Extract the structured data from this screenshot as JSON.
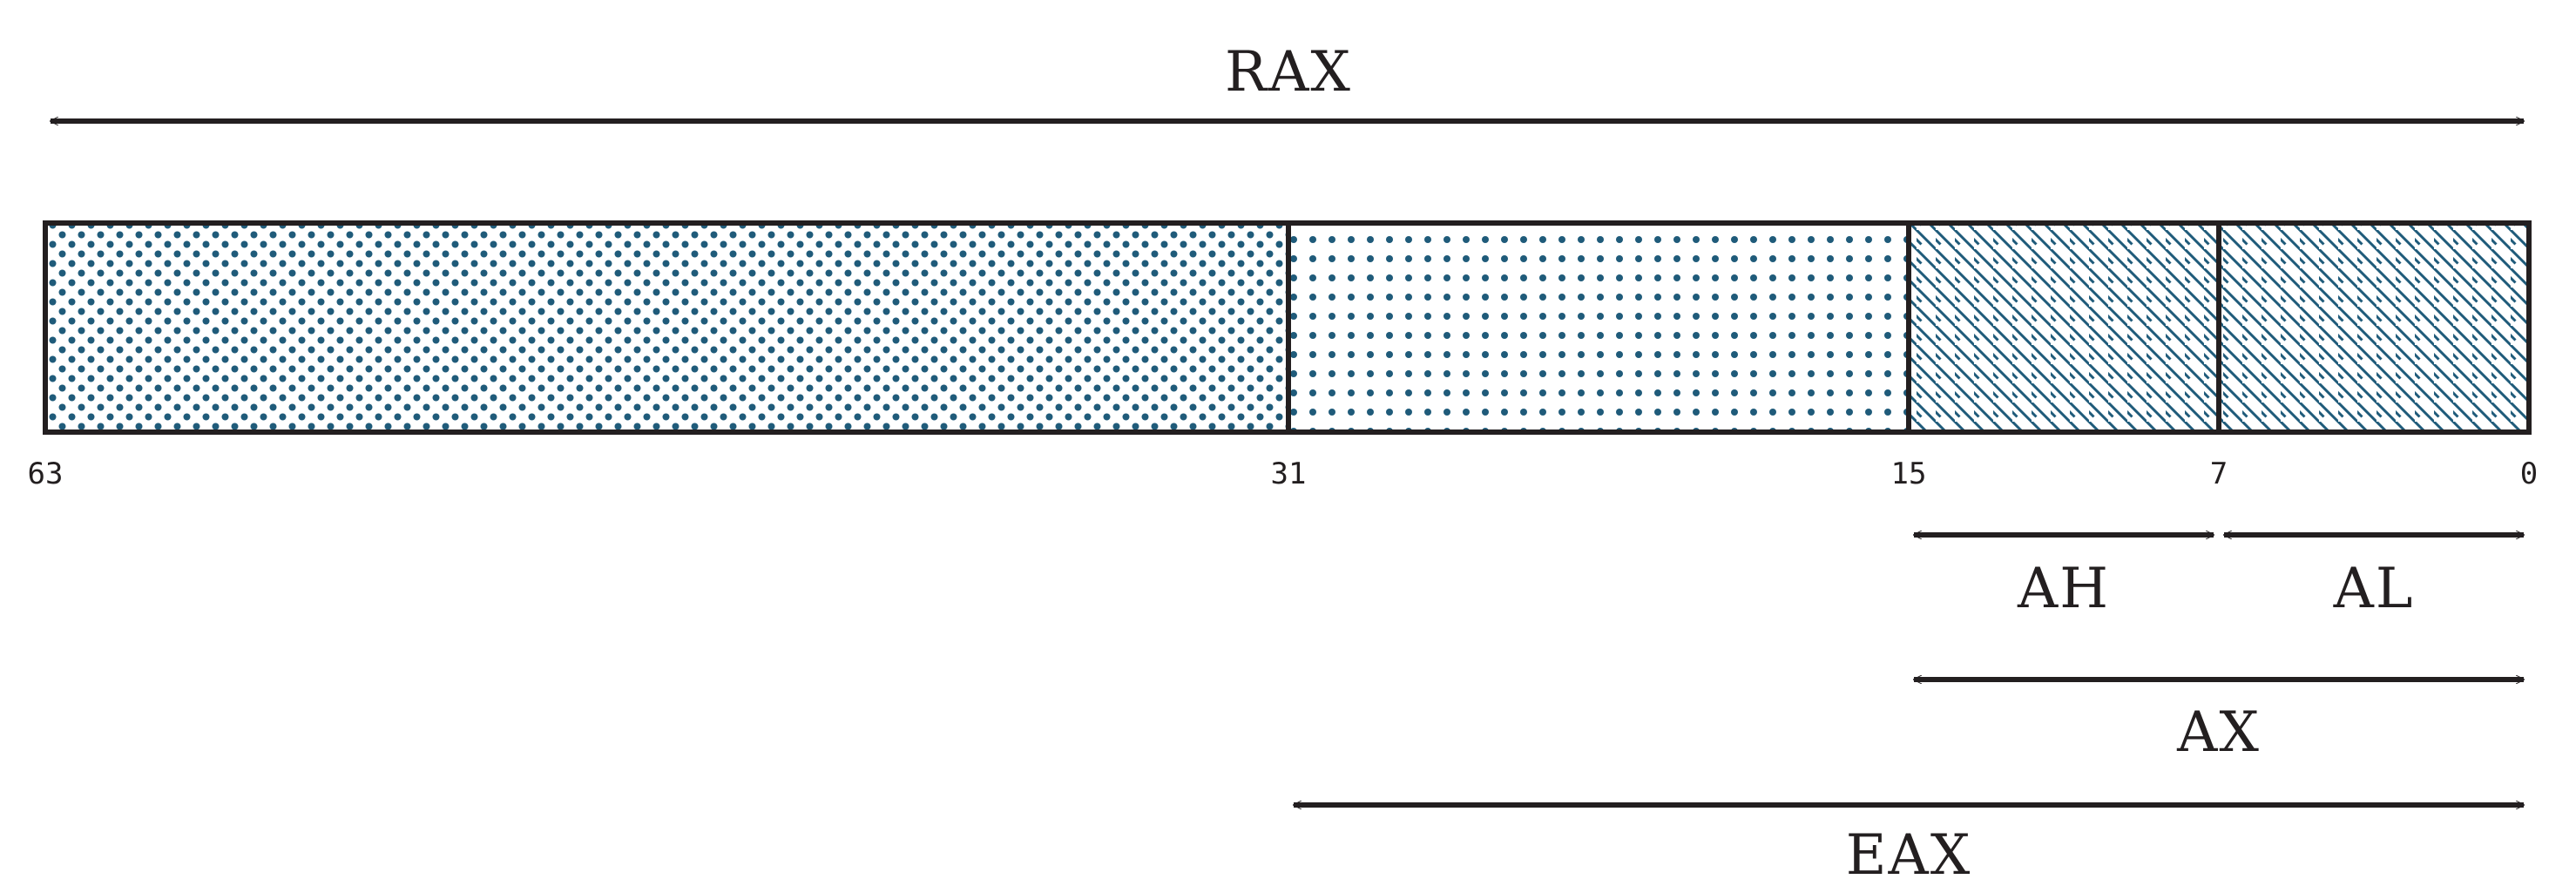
{
  "register_labels": {
    "rax": "RAX",
    "eax": "EAX",
    "ax": "AX",
    "ah": "AH",
    "al": "AL"
  },
  "bit_labels": [
    "63",
    "31",
    "15",
    "7",
    "0"
  ],
  "colors": {
    "pattern": "#1f5b7a",
    "outline": "#231f20",
    "background": "#ffffff"
  }
}
